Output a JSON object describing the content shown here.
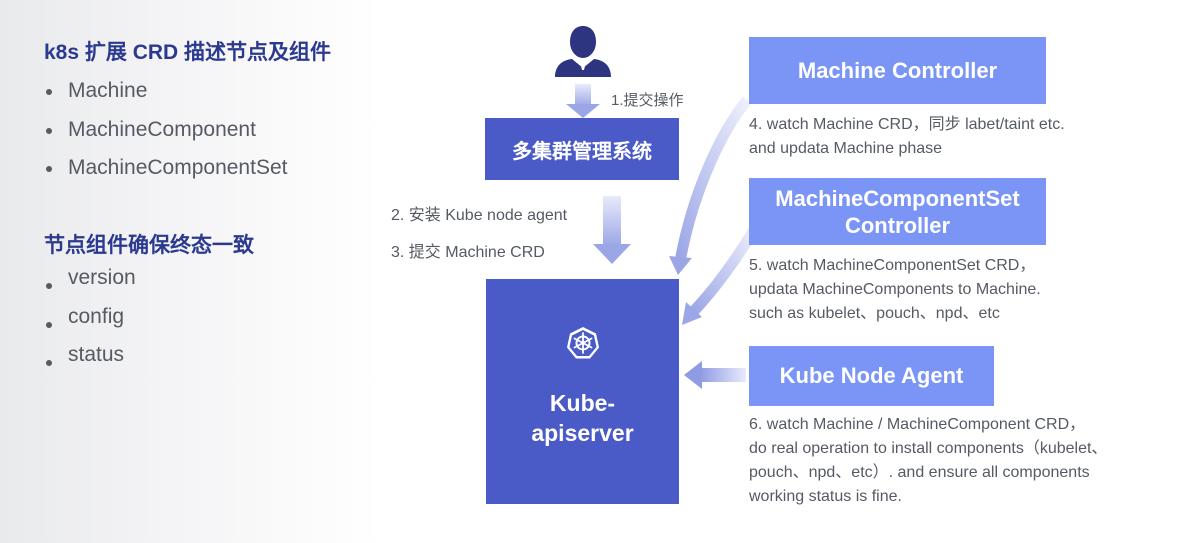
{
  "left": {
    "heading1": "k8s 扩展 CRD 描述节点及组件",
    "crds": [
      "Machine",
      "MachineComponent",
      "MachineComponentSet"
    ],
    "heading2": "节点组件确保终态一致",
    "states": [
      "version",
      "config",
      "status"
    ]
  },
  "flow": {
    "step1_label": "1.提交操作",
    "mgmt_system": "多集群管理系统",
    "step2_label": "2. 安装 Kube node agent",
    "step3_label": "3. 提交 Machine CRD",
    "apiserver_line1": "Kube-",
    "apiserver_line2": "apiserver"
  },
  "controllers": {
    "machine_controller": "Machine Controller",
    "machine_controller_note": [
      "4. watch Machine CRD，同步 labet/taint etc.",
      "and updata Machine phase"
    ],
    "mcs_controller_line1": "MachineComponentSet",
    "mcs_controller_line2": "Controller",
    "mcs_controller_note": [
      "5. watch MachineComponentSet CRD，",
      "updata MachineComponents to Machine.",
      "such as kubelet、pouch、npd、etc"
    ],
    "kube_node_agent": "Kube Node Agent",
    "kube_node_agent_note": [
      "6. watch Machine / MachineComponent CRD，",
      "do real operation to install components（kubelet、",
      "pouch、npd、etc）. and ensure all components",
      "working status is fine."
    ]
  },
  "colors": {
    "heading": "#2b3a8f",
    "dark_box": "#4a5ac7",
    "light_box": "#7b95f6",
    "arrow": "#a9b3ea"
  },
  "icons": [
    "user-icon",
    "kubernetes-icon"
  ]
}
